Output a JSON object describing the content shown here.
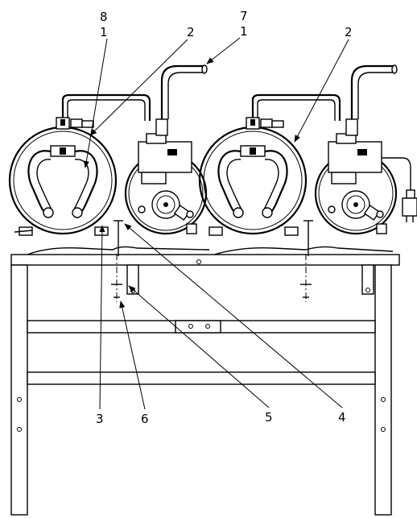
{
  "callouts": {
    "n1a": "1",
    "n1b": "1",
    "n2a": "2",
    "n2b": "2",
    "n3": "3",
    "n4": "4",
    "n5": "5",
    "n6": "6",
    "n7": "7",
    "n8": "8"
  }
}
